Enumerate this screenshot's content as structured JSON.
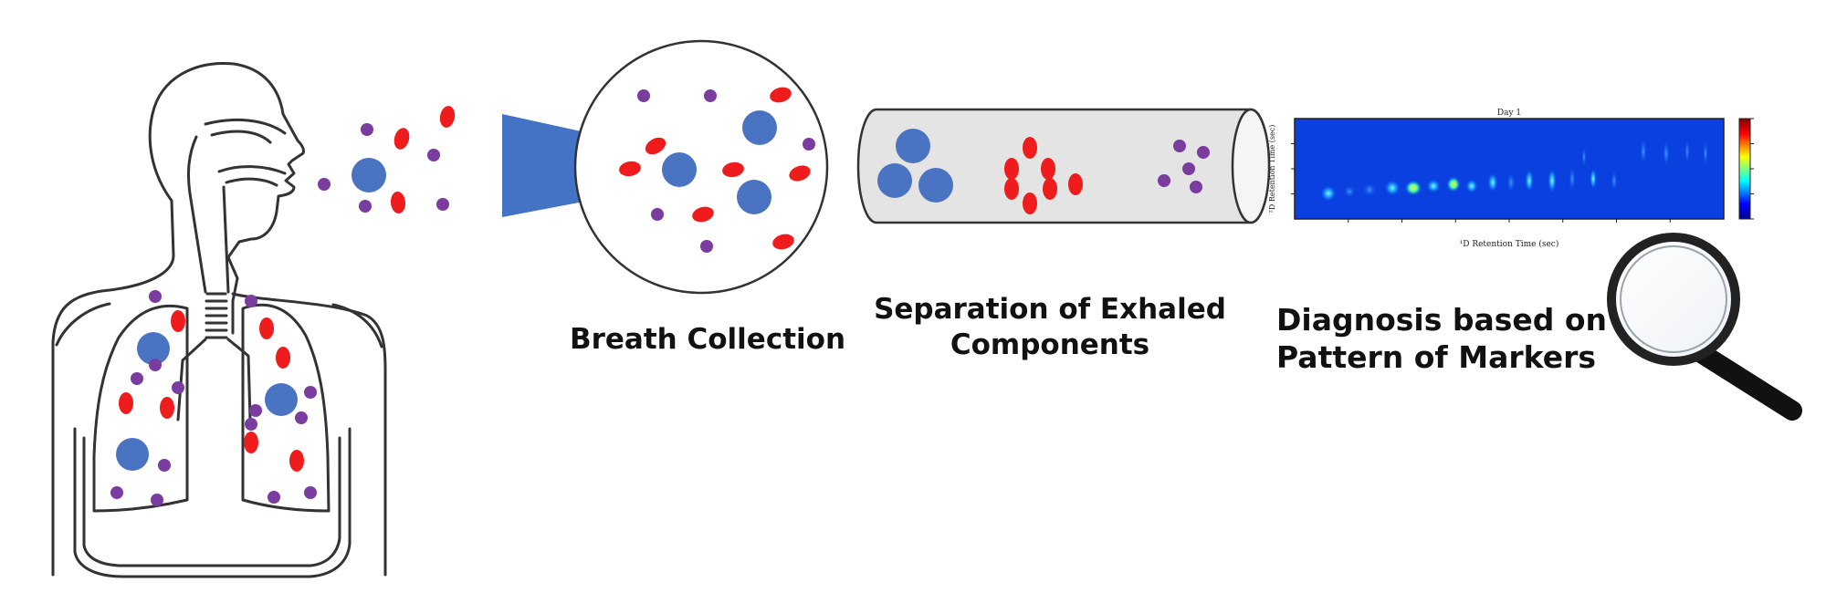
{
  "captions": {
    "breath_collection": "Breath Collection",
    "separation": "Separation of Exhaled Components",
    "diagnosis": "Diagnosis based on Pattern of Markers"
  },
  "colors": {
    "large_molecule": "#4a74c2",
    "medium_molecule": "#ee1c1c",
    "small_molecule": "#7a3c9e",
    "funnel": "#4472c4",
    "outline": "#333333",
    "tube_fill": "#e4e4e4"
  },
  "icons": [
    "human-respiratory-outline-icon",
    "funnel-icon",
    "magnifying-glass-icon"
  ],
  "chromatogram": {
    "title": "Day 1",
    "xlabel": "¹D Retention Time (sec)",
    "ylabel": "²D Retention Time (sec)",
    "colormap": "jet"
  }
}
